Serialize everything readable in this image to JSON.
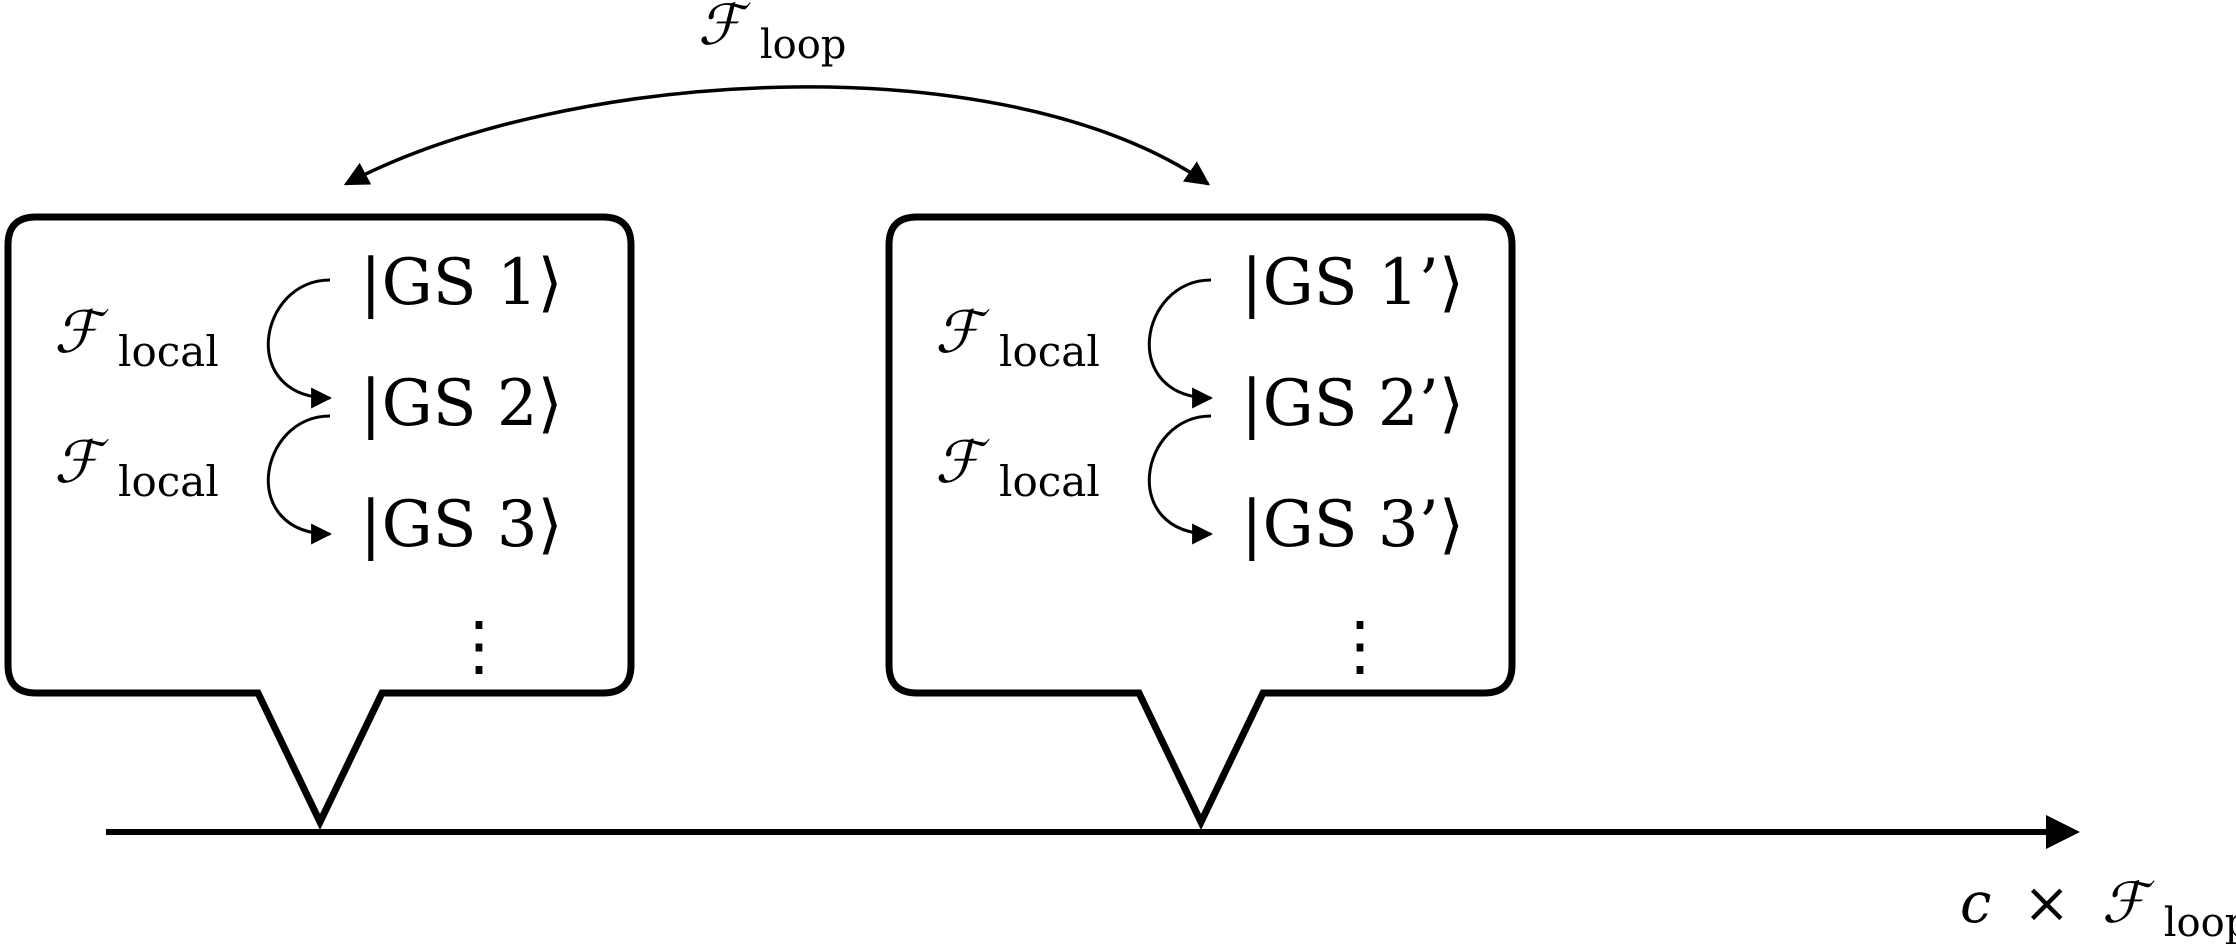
{
  "top_arrow": {
    "symbol": "ℱ",
    "subscript": "loop"
  },
  "axis_label": {
    "prefix": "c",
    "times": "×",
    "symbol": "ℱ",
    "subscript": "loop"
  },
  "panels": [
    {
      "states": [
        "|GS 1⟩",
        "|GS 2⟩",
        "|GS 3⟩"
      ],
      "ellipsis": "⋮",
      "local_labels": [
        {
          "symbol": "ℱ",
          "subscript": "local"
        },
        {
          "symbol": "ℱ",
          "subscript": "local"
        }
      ]
    },
    {
      "states": [
        "|GS 1’⟩",
        "|GS 2’⟩",
        "|GS 3’⟩"
      ],
      "ellipsis": "⋮",
      "local_labels": [
        {
          "symbol": "ℱ",
          "subscript": "local"
        },
        {
          "symbol": "ℱ",
          "subscript": "local"
        }
      ]
    }
  ]
}
